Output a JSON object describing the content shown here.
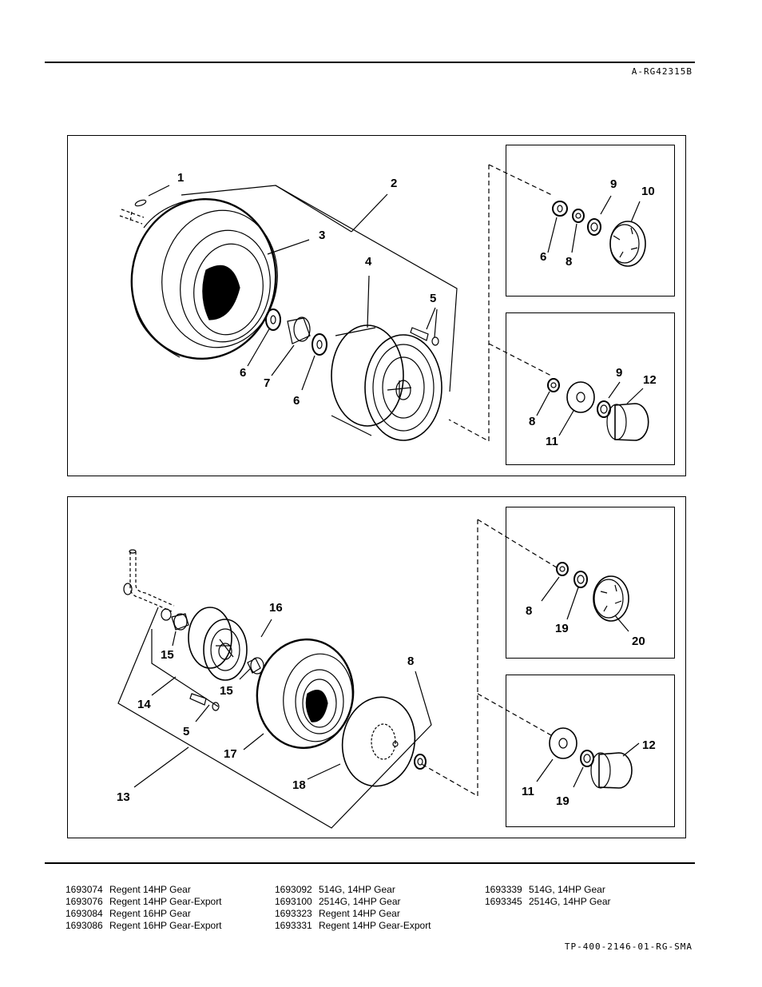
{
  "header": {
    "figure_code": "A-RG42315B"
  },
  "footer": {
    "doc_code": "TP-400-2146-01-RG-SMA"
  },
  "callouts": {
    "top": [
      "1",
      "2",
      "3",
      "4",
      "5",
      "6",
      "7",
      "6"
    ],
    "top_sub1": [
      "9",
      "10",
      "6",
      "8"
    ],
    "top_sub2": [
      "9",
      "12",
      "8",
      "11"
    ],
    "bottom": [
      "16",
      "15",
      "15",
      "14",
      "5",
      "17",
      "8",
      "18",
      "13"
    ],
    "bottom_sub1": [
      "8",
      "19",
      "20"
    ],
    "bottom_sub2": [
      "12",
      "11",
      "19"
    ]
  },
  "models": [
    [
      {
        "pn": "1693074",
        "desc": "Regent 14HP Gear"
      },
      {
        "pn": "1693076",
        "desc": "Regent 14HP Gear-Export"
      },
      {
        "pn": "1693084",
        "desc": "Regent 16HP Gear"
      },
      {
        "pn": "1693086",
        "desc": "Regent 16HP Gear-Export"
      }
    ],
    [
      {
        "pn": "1693092",
        "desc": "514G, 14HP Gear"
      },
      {
        "pn": "1693100",
        "desc": "2514G, 14HP Gear"
      },
      {
        "pn": "1693323",
        "desc": "Regent 14HP Gear"
      },
      {
        "pn": "1693331",
        "desc": "Regent 14HP Gear-Export"
      }
    ],
    [
      {
        "pn": "1693339",
        "desc": "514G, 14HP Gear"
      },
      {
        "pn": "1693345",
        "desc": "2514G, 14HP Gear"
      }
    ]
  ]
}
